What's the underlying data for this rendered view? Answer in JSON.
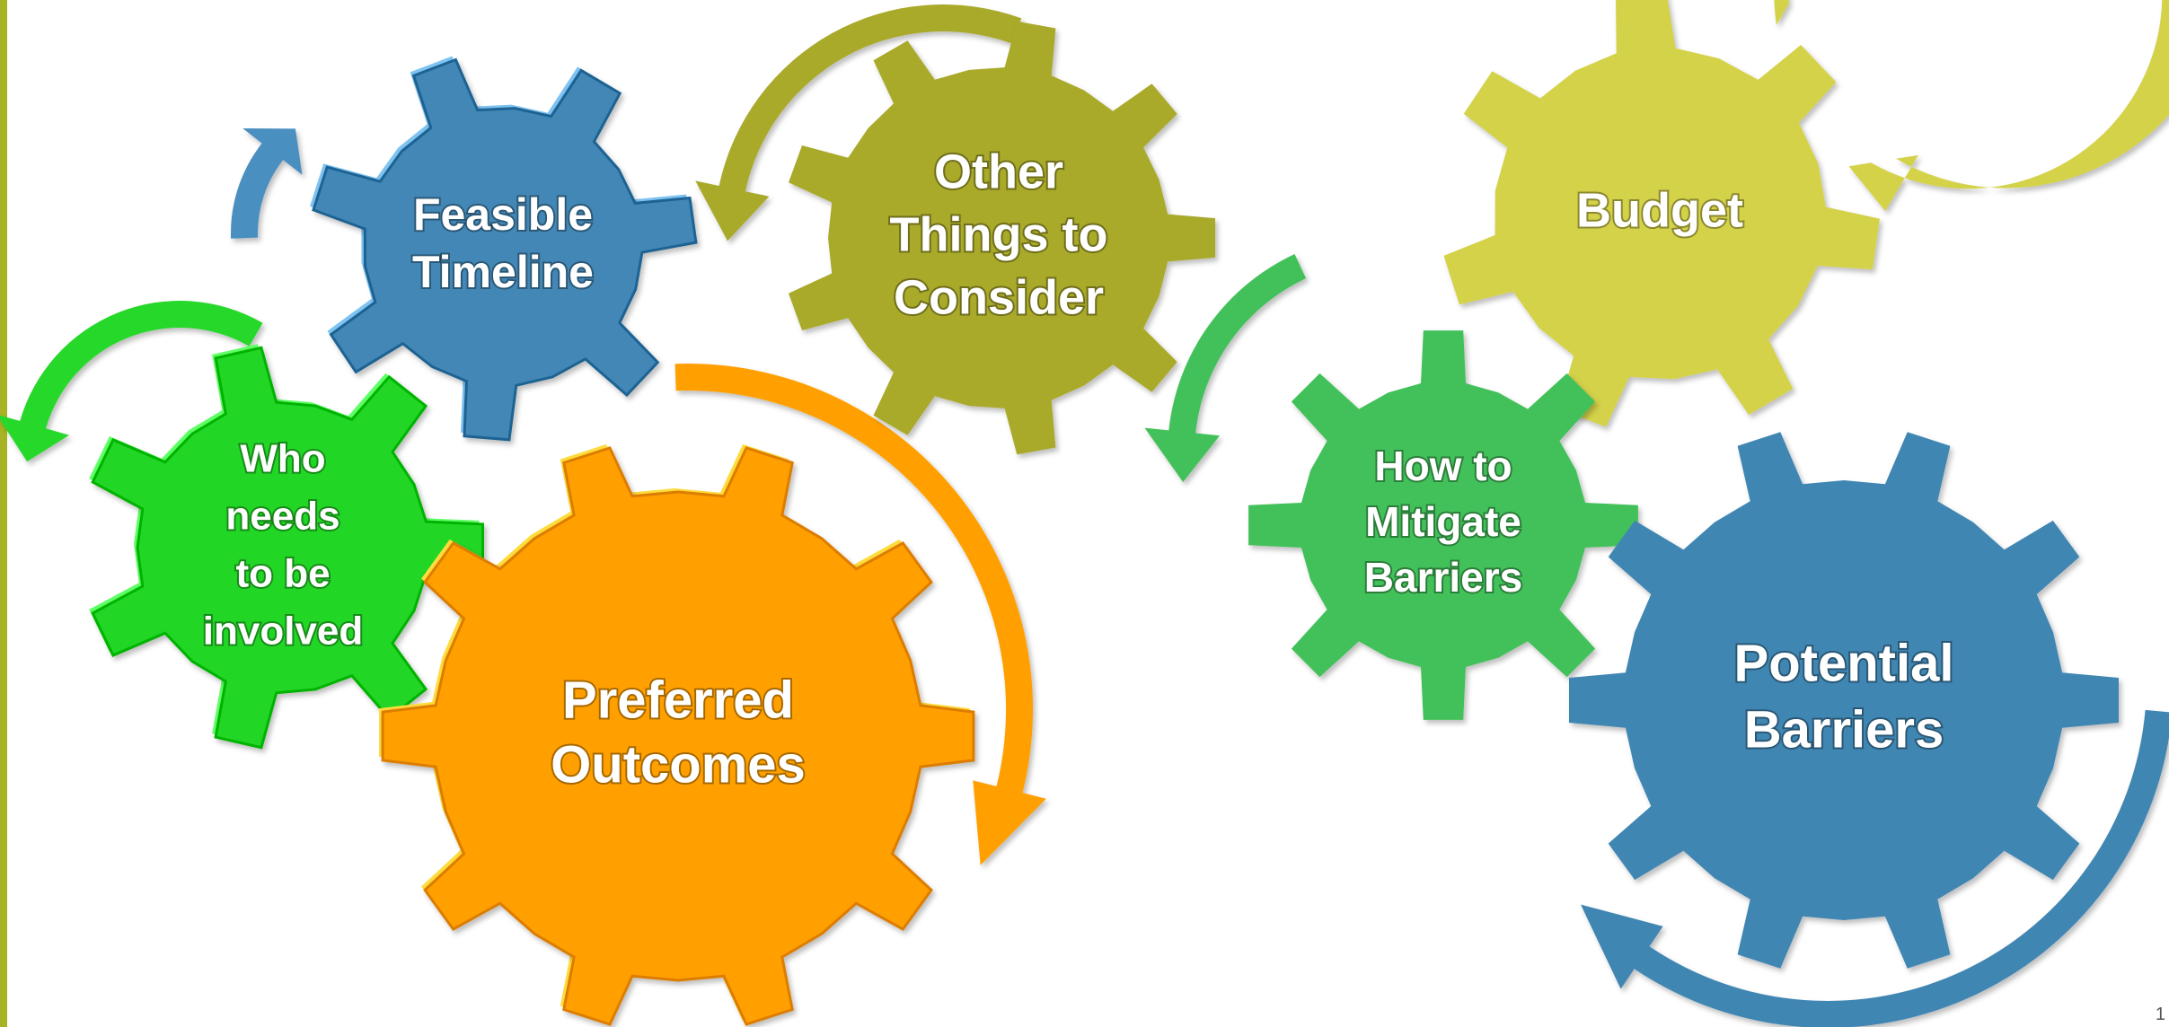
{
  "slide": {
    "border_color": "#a7b322",
    "slide_number": "1"
  },
  "gears": [
    {
      "id": "feasible-timeline",
      "lines": [
        "Feasible",
        "Timeline"
      ],
      "color": "#4287b6",
      "teeth": 7,
      "bevel": true
    },
    {
      "id": "other-things",
      "lines": [
        "Other",
        "Things to",
        "Consider"
      ],
      "color": "#a9a92b",
      "teeth": 9,
      "bevel": false
    },
    {
      "id": "budget",
      "lines": [
        "Budget"
      ],
      "color": "#d4d24a",
      "teeth": 7,
      "bevel": false
    },
    {
      "id": "who-needs",
      "lines": [
        "Who",
        "needs",
        "to be",
        "involved"
      ],
      "color": "#22d628",
      "teeth": 7,
      "bevel": true
    },
    {
      "id": "preferred-outcomes",
      "lines": [
        "Preferred",
        "Outcomes"
      ],
      "color": "#ffa000",
      "teeth": 10,
      "bevel": true
    },
    {
      "id": "mitigate-barriers",
      "lines": [
        "How to",
        "Mitigate",
        "Barriers"
      ],
      "color": "#43c15a",
      "teeth": 8,
      "bevel": false
    },
    {
      "id": "potential-barriers",
      "lines": [
        "Potential",
        "Barriers"
      ],
      "color": "#4186b3",
      "teeth": 10,
      "bevel": false
    }
  ],
  "arrows": [
    {
      "id": "blue-up",
      "color": "#4a8fc0"
    },
    {
      "id": "green-left",
      "color": "#27d82c"
    },
    {
      "id": "olive-left",
      "color": "#a9a92b"
    },
    {
      "id": "yellow-right",
      "color": "#d4d24a"
    },
    {
      "id": "green-right",
      "color": "#43c15a"
    },
    {
      "id": "orange-big",
      "color": "#ffa000"
    },
    {
      "id": "blue-bottom",
      "color": "#4186b3"
    }
  ]
}
